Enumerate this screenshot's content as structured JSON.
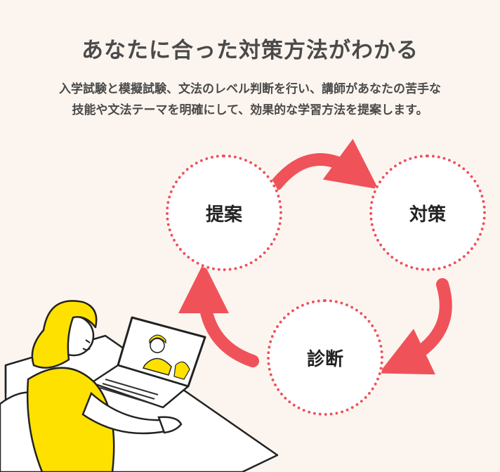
{
  "title": "あなたに合った対策方法がわかる",
  "description": {
    "line1": "入学試験と模擬試験、文法のレベル判断を行い、講師があなたの苦手な",
    "line2": "技能や文法テーマを明確にして、効果的な学習方法を提案します。"
  },
  "cycle": {
    "nodes": [
      {
        "label": "提案"
      },
      {
        "label": "対策"
      },
      {
        "label": "診断"
      }
    ],
    "arrow_color": "#f0525a"
  },
  "colors": {
    "background": "#fcf5ef",
    "accent": "#f0525a",
    "hair": "#ffe100"
  }
}
